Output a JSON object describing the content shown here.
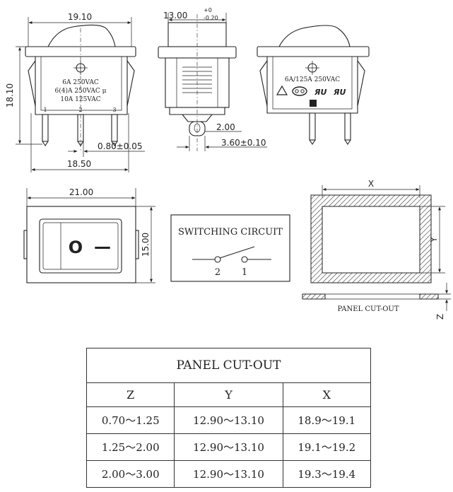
{
  "dimensions": {
    "top_width": "19.10",
    "side_width": "13.00",
    "side_tol_upper": "+0",
    "side_tol_lower": "-0.20",
    "height": "18.10",
    "terminal_thickness": "0.80±0.05",
    "base_width": "18.50",
    "terminal_gap": "2.00",
    "terminal_width": "3.60±0.10",
    "front_width": "21.00",
    "front_height": "15.00"
  },
  "rating_front": [
    "6A 250VAC",
    "6(4)A 250VAC μ",
    "10A 125VAC"
  ],
  "terminal_numbers": [
    "1",
    "2",
    "3"
  ],
  "rating_back": "6A/125A 250VAC",
  "switch_symbols": {
    "on": "O",
    "off": "—"
  },
  "switching_circuit": {
    "title": "SWITCHING CIRCUIT",
    "pins": [
      "2",
      "1"
    ]
  },
  "panel_diagram": {
    "x_label": "X",
    "y_label": "Y",
    "z_label": "Z",
    "caption": "PANEL CUT-OUT"
  },
  "cutout_table": {
    "title": "PANEL CUT-OUT",
    "headers": [
      "Z",
      "Y",
      "X"
    ],
    "rows": [
      [
        "0.70～1.25",
        "12.90～13.10",
        "18.9～19.1"
      ],
      [
        "1.25～2.00",
        "12.90～13.10",
        "19.1～19.2"
      ],
      [
        "2.00～3.00",
        "12.90～13.10",
        "19.3～19.4"
      ]
    ]
  }
}
